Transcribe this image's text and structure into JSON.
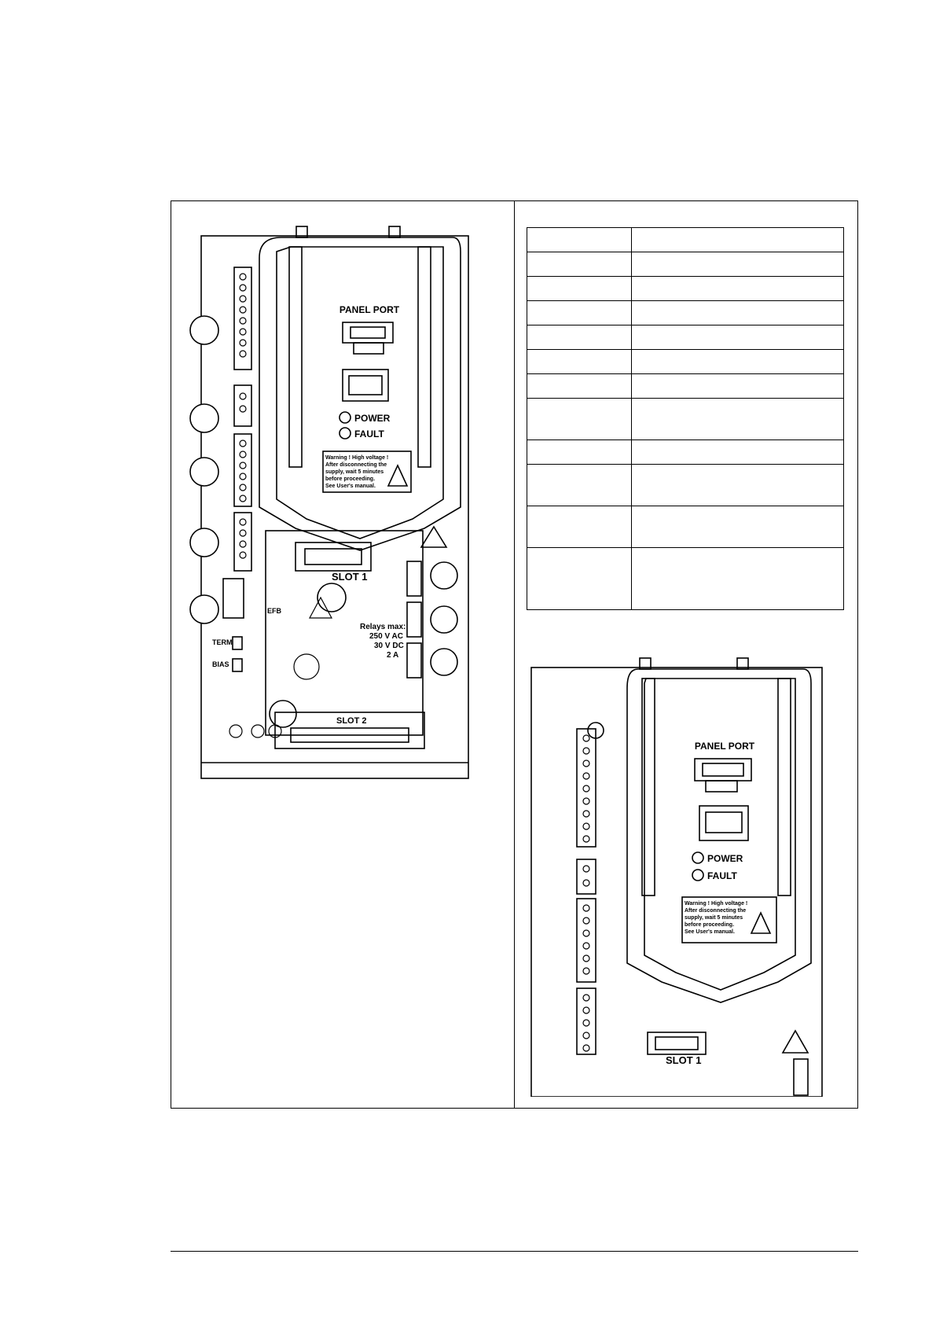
{
  "board": {
    "panel_port": "PANEL PORT",
    "power": "POWER",
    "fault": "FAULT",
    "warning": [
      "Warning ! High voltage !",
      "After disconnecting the",
      "supply, wait 5 minutes",
      "before proceeding.",
      "See User's manual."
    ],
    "slot1": "SLOT 1",
    "slot2": "SLOT 2",
    "relay": [
      "Relays max:",
      "250 V AC",
      "30 V DC",
      "2 A"
    ],
    "dip_labels": [
      "TERM",
      "BIAS"
    ],
    "efb": "EFB"
  },
  "legend_rows": [
    {
      "key": "",
      "value": ""
    },
    {
      "key": "",
      "value": ""
    },
    {
      "key": "",
      "value": ""
    },
    {
      "key": "",
      "value": ""
    },
    {
      "key": "",
      "value": ""
    },
    {
      "key": "",
      "value": ""
    },
    {
      "key": "",
      "value": ""
    },
    {
      "key": "",
      "value": ""
    },
    {
      "key": "",
      "value": ""
    },
    {
      "key": "",
      "value": ""
    },
    {
      "key": "",
      "value": ""
    },
    {
      "key": "",
      "value": ""
    },
    {
      "key": "",
      "value": ""
    }
  ]
}
